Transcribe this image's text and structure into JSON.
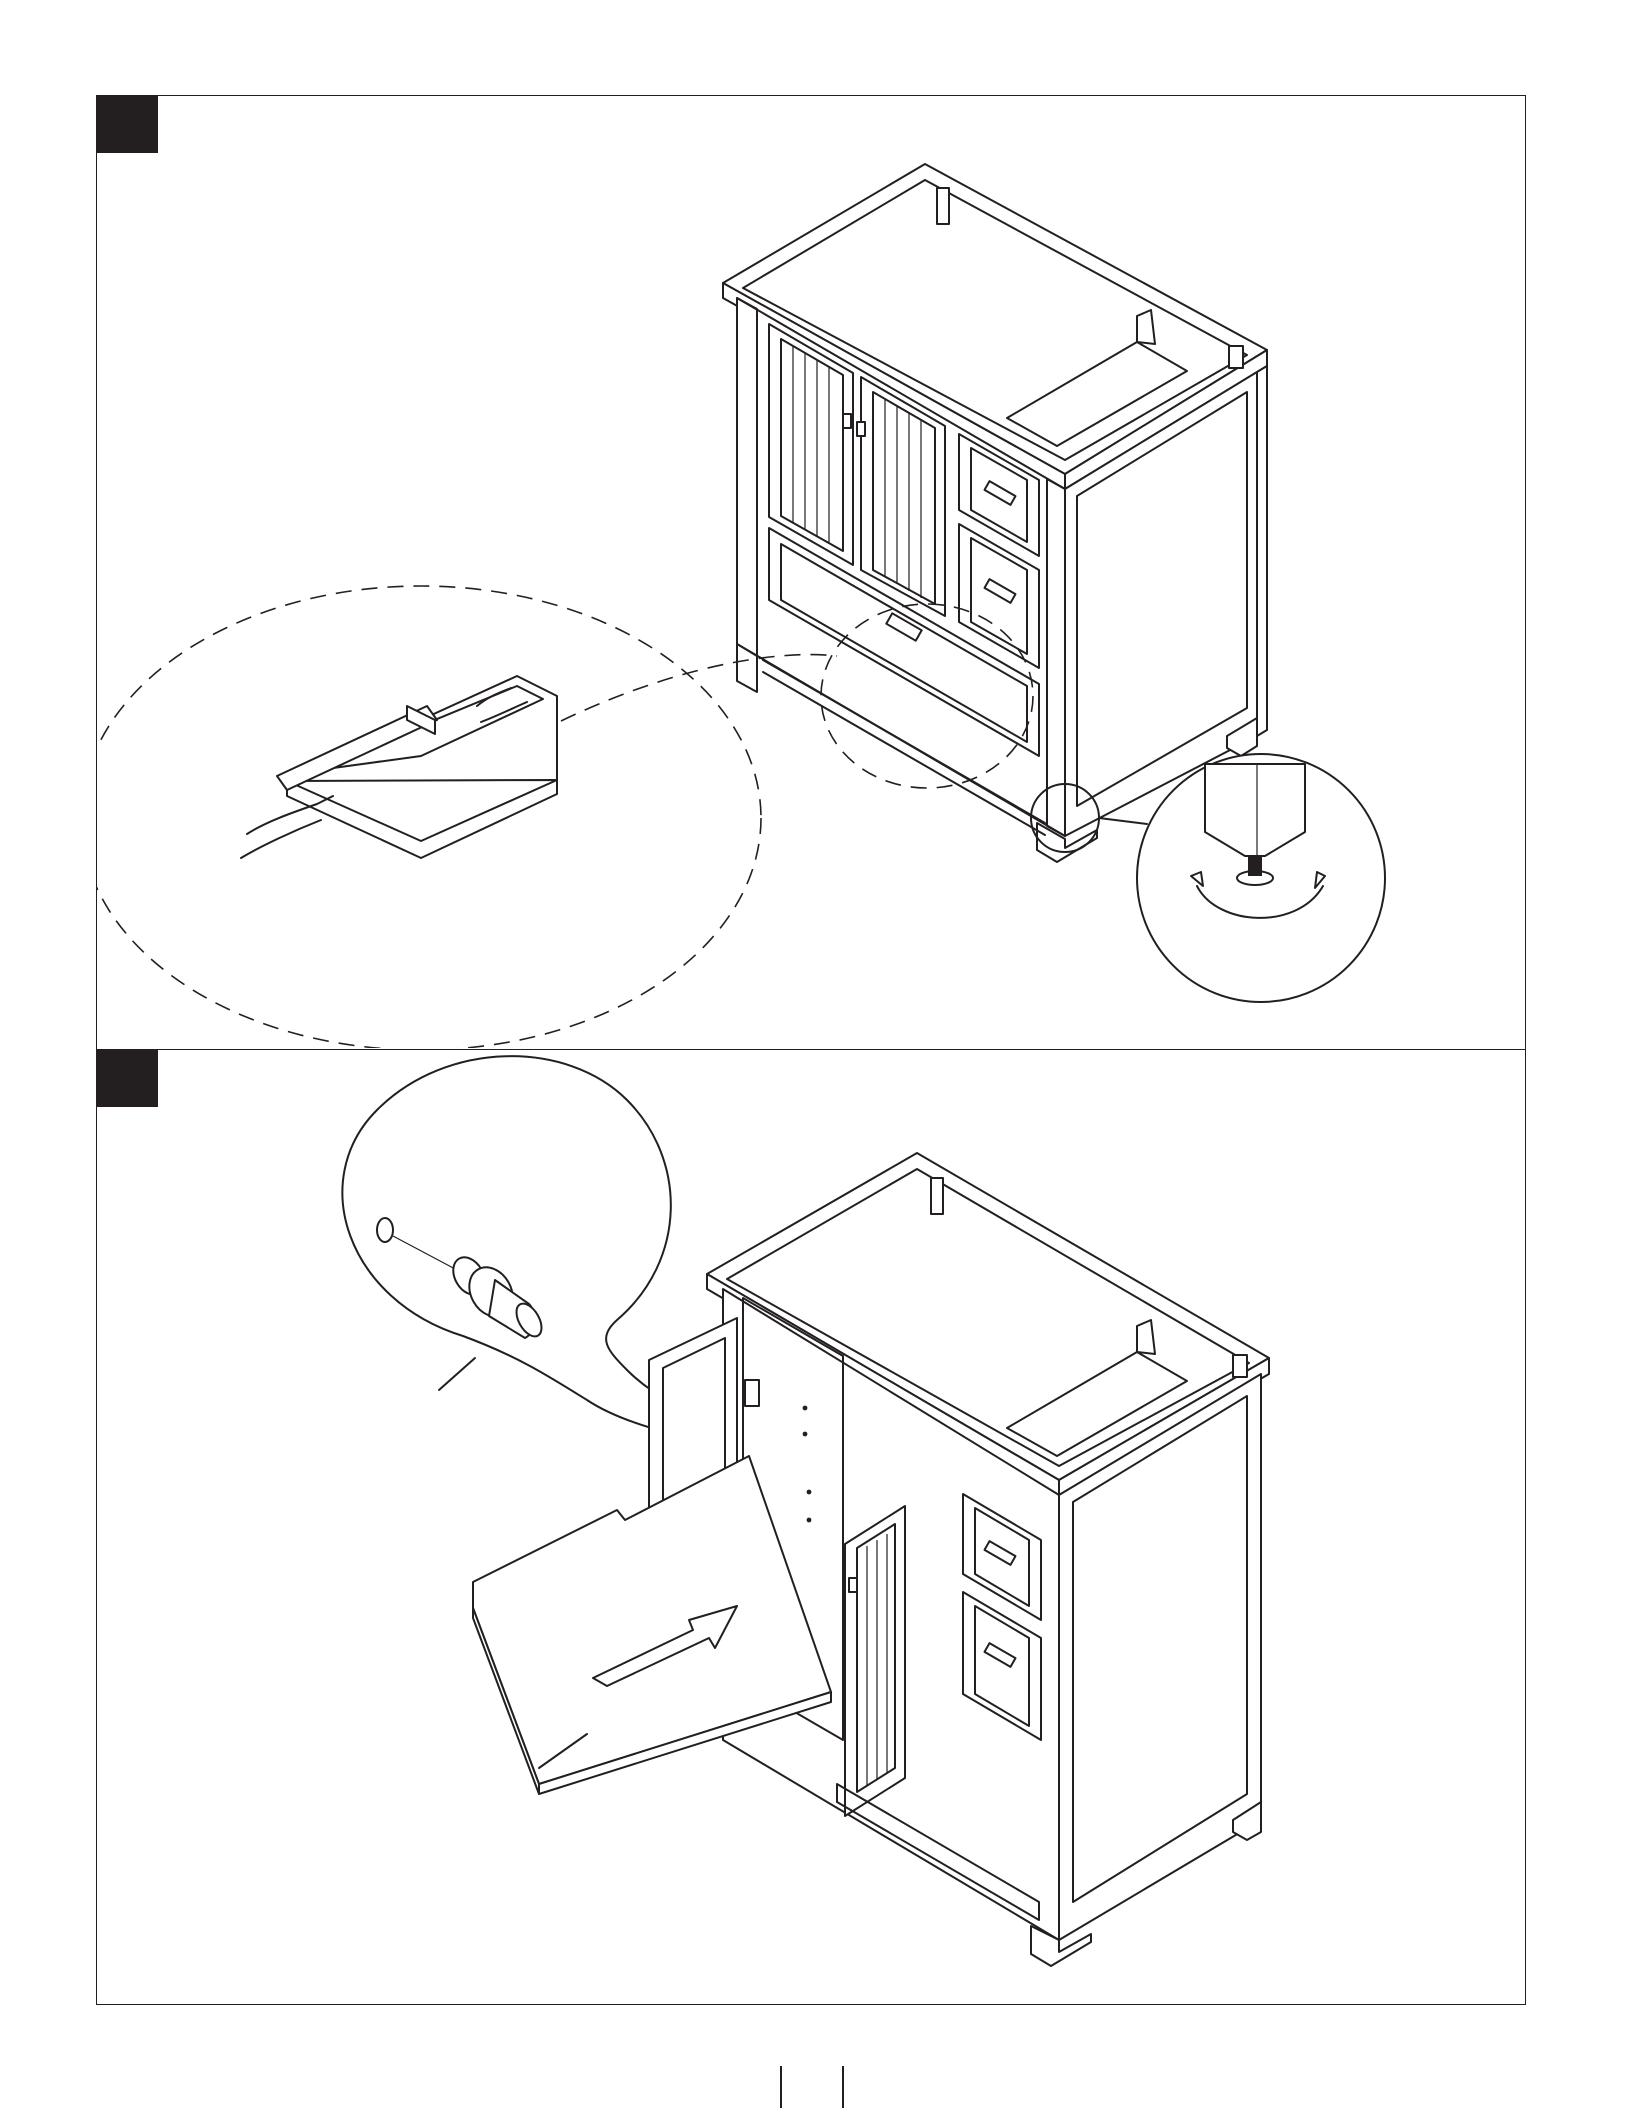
{
  "page": {
    "background": "#ffffff",
    "ink": "#231f20"
  },
  "steps": [
    {
      "badge": "step-badge",
      "illustration": "vanity-cabinet-drawer-and-leveler"
    },
    {
      "badge": "step-badge",
      "illustration": "vanity-cabinet-shelf-and-pin"
    }
  ],
  "icons": [
    "drawer-detail-icon",
    "leveling-foot-icon",
    "shelf-pin-icon",
    "push-arrow-icon",
    "rotate-arrow-icon"
  ]
}
